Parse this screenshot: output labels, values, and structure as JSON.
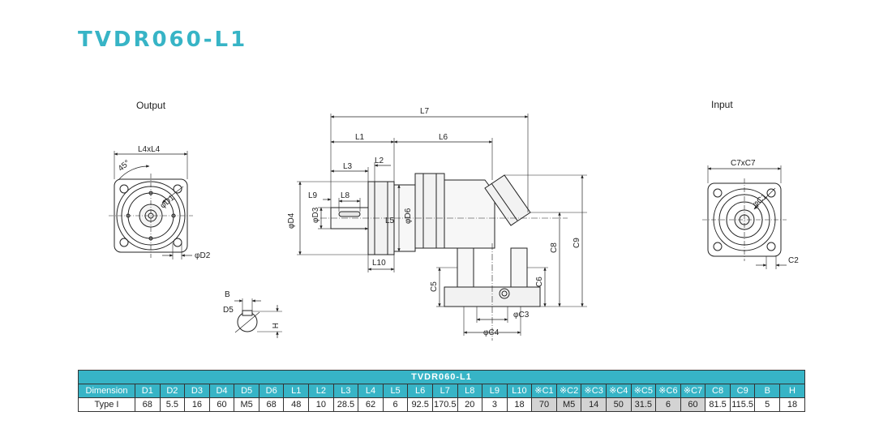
{
  "title": "TVDR060-L1",
  "views": {
    "output_label": "Output",
    "input_label": "Input"
  },
  "dims": {
    "l4xl4": "L4xL4",
    "angle": "45°",
    "d1": "φD1",
    "d2": "φD2",
    "l7": "L7",
    "l1": "L1",
    "l6": "L6",
    "l3": "L3",
    "l2": "L2",
    "l9": "L9",
    "l8": "L8",
    "d4": "φD4",
    "d3": "φD3",
    "l5": "L5",
    "d6": "φD6",
    "l10": "L10",
    "c8": "C8",
    "c9": "C9",
    "c5": "C5",
    "c6": "C6",
    "c3": "φC3",
    "c4": "φC4",
    "c7xc7": "C7xC7",
    "c1": "φC1",
    "c2": "C2",
    "b": "B",
    "d5": "D5",
    "h": "H"
  },
  "table": {
    "title": "TVDR060-L1",
    "headers": [
      "Dimension",
      "D1",
      "D2",
      "D3",
      "D4",
      "D5",
      "D6",
      "L1",
      "L2",
      "L3",
      "L4",
      "L5",
      "L6",
      "L7",
      "L8",
      "L9",
      "L10",
      "※C1",
      "※C2",
      "※C3",
      "※C4",
      "※C5",
      "※C6",
      "※C7",
      "C8",
      "C9",
      "B",
      "H"
    ],
    "row_label": "Type I",
    "values": [
      "68",
      "5.5",
      "16",
      "60",
      "M5",
      "68",
      "48",
      "10",
      "28.5",
      "62",
      "6",
      "92.5",
      "170.5",
      "20",
      "3",
      "18",
      "70",
      "M5",
      "14",
      "50",
      "31.5",
      "6",
      "60",
      "81.5",
      "115.5",
      "5",
      "18"
    ],
    "shaded_from_index": 16,
    "shaded_to_index": 22
  },
  "colors": {
    "accent": "#37b4c6",
    "shade": "#d3d3d3",
    "line": "#222222"
  }
}
